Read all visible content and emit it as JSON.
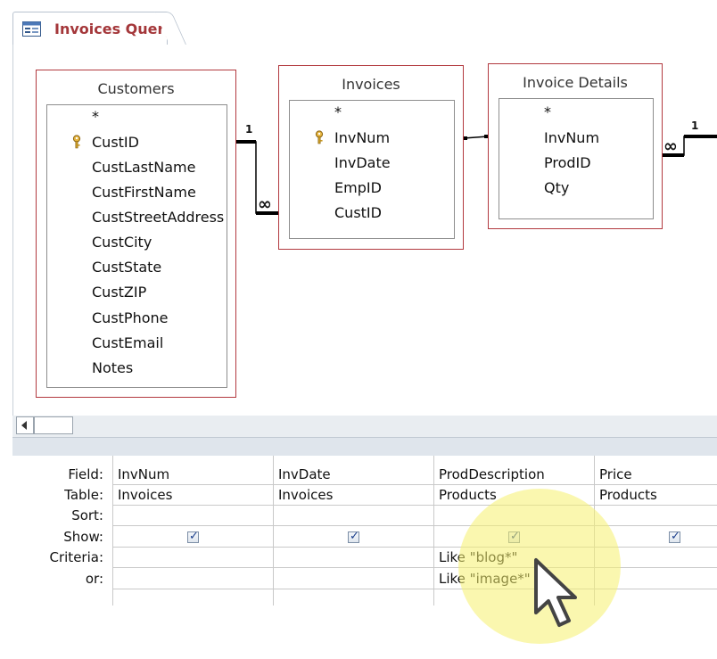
{
  "query_tab": {
    "title": "Invoices Query",
    "icon": "query-datasheet-icon"
  },
  "tables": [
    {
      "name": "Customers",
      "fields": [
        "*",
        "CustID",
        "CustLastName",
        "CustFirstName",
        "CustStreetAddress",
        "CustCity",
        "CustState",
        "CustZIP",
        "CustPhone",
        "CustEmail",
        "Notes"
      ],
      "key_field": "CustID"
    },
    {
      "name": "Invoices",
      "fields": [
        "*",
        "InvNum",
        "InvDate",
        "EmpID",
        "CustID"
      ],
      "key_field": "InvNum"
    },
    {
      "name": "Invoice Details",
      "fields": [
        "*",
        "InvNum",
        "ProdID",
        "Qty"
      ],
      "key_field": ""
    }
  ],
  "relationships": {
    "one_label": "1",
    "many_label": "∞"
  },
  "grid": {
    "row_labels": [
      "Field:",
      "Table:",
      "Sort:",
      "Show:",
      "Criteria:",
      "or:"
    ],
    "columns": [
      {
        "field": "InvNum",
        "table": "Invoices",
        "sort": "",
        "show": true,
        "criteria": "",
        "or": ""
      },
      {
        "field": "InvDate",
        "table": "Invoices",
        "sort": "",
        "show": true,
        "criteria": "",
        "or": ""
      },
      {
        "field": "ProdDescription",
        "table": "Products",
        "sort": "",
        "show": true,
        "criteria": "Like \"blog*\"",
        "or": "Like \"image*\""
      },
      {
        "field": "Price",
        "table": "Products",
        "sort": "",
        "show": true,
        "criteria": "",
        "or": ""
      }
    ]
  },
  "colors": {
    "table_border": "#b2393f",
    "tab_title": "#a4373a",
    "highlight": "#f5f06e"
  }
}
